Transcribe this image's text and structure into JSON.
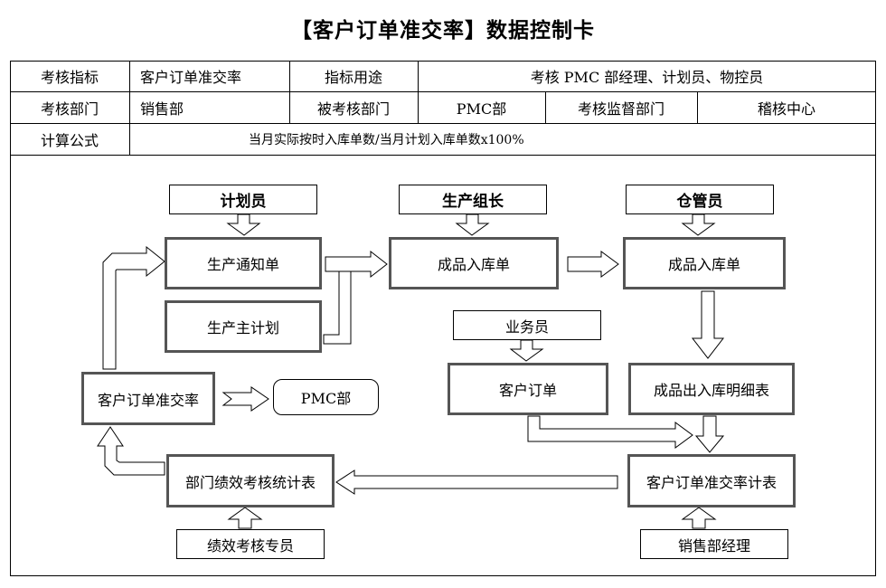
{
  "title": "【客户订单准交率】数据控制卡",
  "table": {
    "row1": {
      "indicator_label": "考核指标",
      "indicator_value": "客户订单准交率",
      "purpose_label": "指标用途",
      "purpose_value": "考核 PMC 部经理、计划员、物控员"
    },
    "row2": {
      "dept_label": "考核部门",
      "dept_value": "销售部",
      "assessed_label": "被考核部门",
      "assessed_value": "PMC部",
      "supervise_label": "考核监督部门",
      "supervise_value": "稽核中心"
    },
    "row3": {
      "formula_label": "计算公式",
      "formula_value": "当月实际按时入库单数/当月计划入库单数x100%"
    }
  },
  "flow": {
    "planner": "计划员",
    "prod_lead": "生产组长",
    "warehouse_keeper": "仓管员",
    "prod_notice": "生产通知单",
    "fg_inbound_1": "成品入库单",
    "fg_inbound_2": "成品入库单",
    "master_plan": "生产主计划",
    "salesperson": "业务员",
    "order_rate": "客户订单准交率",
    "pmc": "PMC部",
    "customer_order": "客户订单",
    "fg_detail": "成品出入库明细表",
    "dept_stats": "部门绩效考核统计表",
    "order_rate_table": "客户订单准交率计表",
    "kpi_specialist": "绩效考核专员",
    "sales_manager": "销售部经理"
  }
}
